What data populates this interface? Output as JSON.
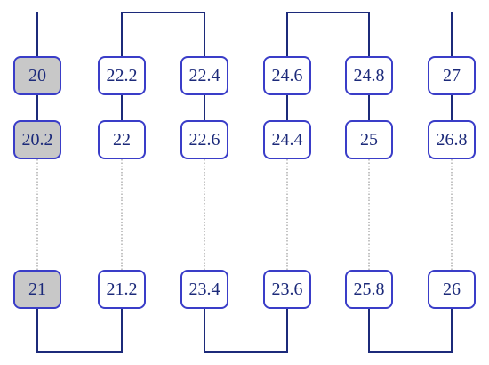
{
  "columns": [
    {
      "top": "20",
      "middle": "20.2",
      "bottom": "21",
      "shaded": true
    },
    {
      "top": "22.2",
      "middle": "22",
      "bottom": "21.2",
      "shaded": false
    },
    {
      "top": "22.4",
      "middle": "22.6",
      "bottom": "23.4",
      "shaded": false
    },
    {
      "top": "24.6",
      "middle": "24.4",
      "bottom": "23.6",
      "shaded": false
    },
    {
      "top": "24.8",
      "middle": "25",
      "bottom": "25.8",
      "shaded": false
    },
    {
      "top": "27",
      "middle": "26.8",
      "bottom": "26",
      "shaded": false
    }
  ],
  "colors": {
    "box_border": "#3a3dc8",
    "wire": "#1c2a7a",
    "text": "#1c2a7a",
    "shaded_fill": "#c8c8c8",
    "dotted_link": "#8a8a8a"
  }
}
